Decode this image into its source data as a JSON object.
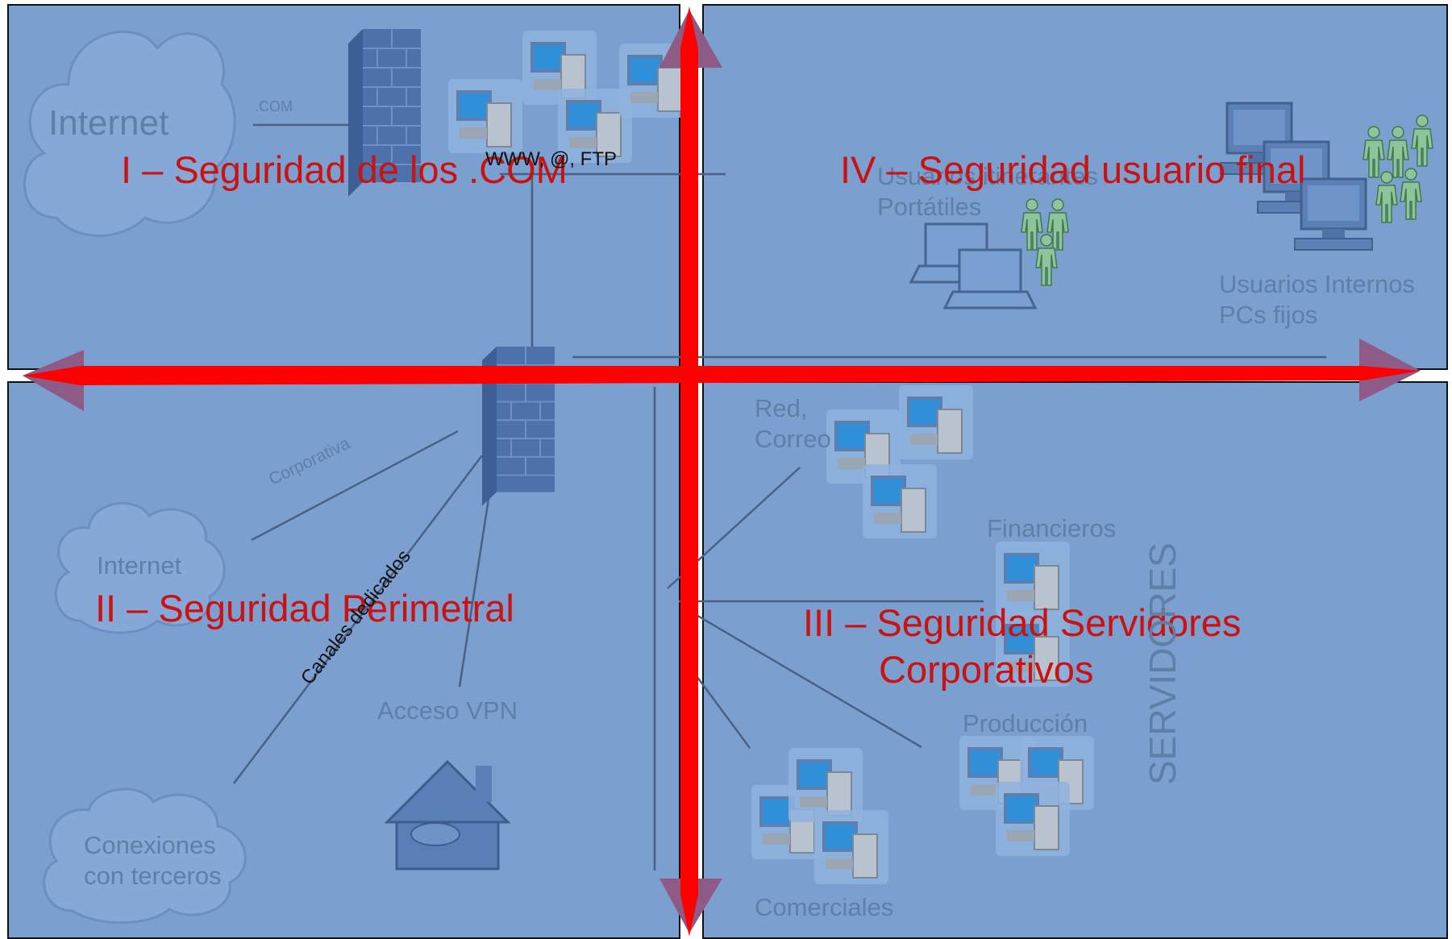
{
  "colors": {
    "panel_fill": "#7b9fcf",
    "panel_border": "#111111",
    "axis_red": "#ff0000",
    "arrowhead_purple": "#8e5a86",
    "label_grey": "#5e7fa6",
    "title_red": "#cc1111",
    "connector": "#4a6185"
  },
  "icons": [
    "cloud-icon",
    "firewall-icon",
    "server-icon",
    "desktop-pc-icon",
    "laptop-icon",
    "user-group-icon",
    "vpn-home-router-icon"
  ],
  "quadrants": {
    "q1": {
      "title": "I – Seguridad de los .COM",
      "cloud_label": "Internet",
      "com_label": ".COM",
      "services_label": "WWW, @, FTP"
    },
    "q2": {
      "title": "II – Seguridad Perimetral",
      "cloud_label": "Internet",
      "corporativa_label": "Corporativa",
      "canales_label": "Canales dedicados",
      "vpn_label": "Acceso VPN",
      "terceros_label_line1": "Conexiones",
      "terceros_label_line2": "con terceros"
    },
    "q3": {
      "title_line1": "III – Seguridad Servidores",
      "title_line2": "Corporativos",
      "red_correo_line1": "Red,",
      "red_correo_line2": "Correo",
      "financieros_label": "Financieros",
      "produccion_label": "Producción",
      "comerciales_label": "Comerciales",
      "servidores_label": "SERVIDORES"
    },
    "q4": {
      "title": "IV – Seguridad usuario final",
      "usuarios_itinerantes_line1": "Usuarios itinerantes",
      "usuarios_itinerantes_line2": "Portátiles",
      "usuarios_internos_line1": "Usuarios Internos",
      "usuarios_internos_line2": "PCs fijos"
    }
  }
}
